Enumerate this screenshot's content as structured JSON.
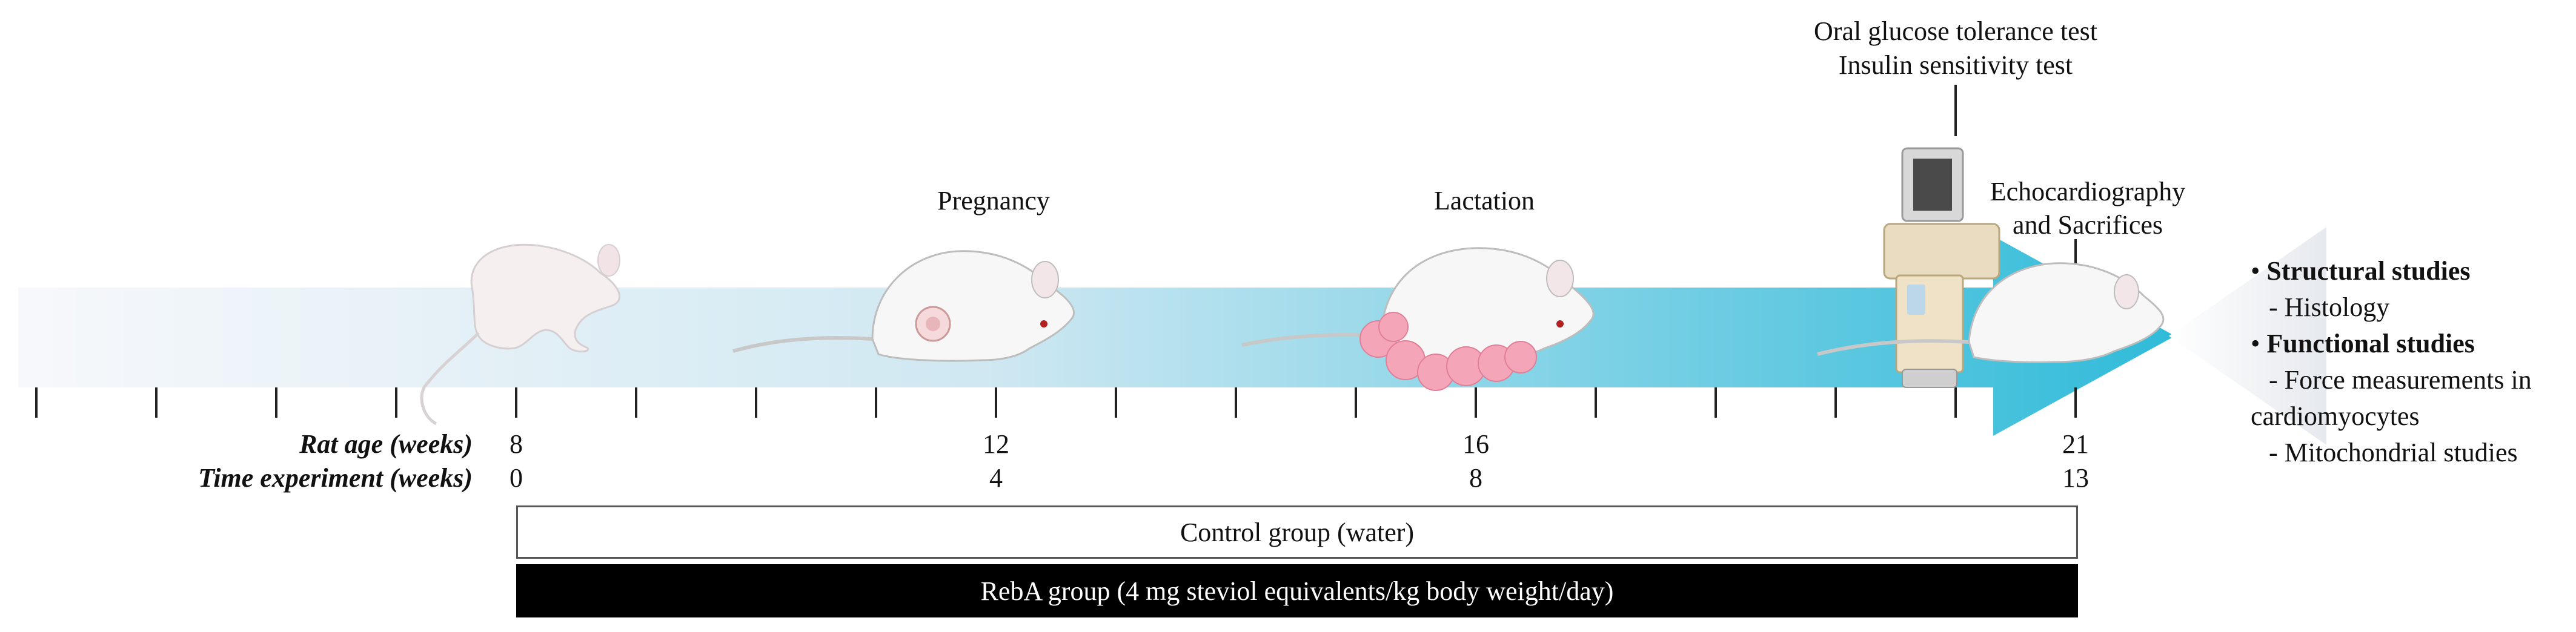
{
  "timeline": {
    "row_labels": {
      "rat_age": "Rat age (weeks)",
      "time_experiment": "Time experiment (weeks)"
    },
    "ticks": [
      {
        "age": "8",
        "exp": "0"
      },
      {
        "age": "12",
        "exp": "4"
      },
      {
        "age": "16",
        "exp": "8"
      },
      {
        "age": "21",
        "exp": "13"
      }
    ]
  },
  "phases": {
    "pregnancy": "Pregnancy",
    "lactation": "Lactation",
    "ogtt_line1": "Oral glucose tolerance test",
    "ogtt_line2": "Insulin sensitivity test",
    "echo_line1": "Echocardiography",
    "echo_line2": "and Sacrifices"
  },
  "groups": {
    "control": "Control group (water)",
    "reba": "RebA group (4 mg steviol equivalents/kg body weight/day)"
  },
  "studies": {
    "structural": "Structural studies",
    "histology": "- Histology",
    "functional": "Functional studies",
    "force_1": "- Force measurements in",
    "force_2": "cardiomyocytes",
    "mito": "- Mitochondrial studies"
  },
  "colors": {
    "arrow_start": "#f5f7fa",
    "arrow_end": "#2fbbd9",
    "reba_bar": "#000000"
  }
}
